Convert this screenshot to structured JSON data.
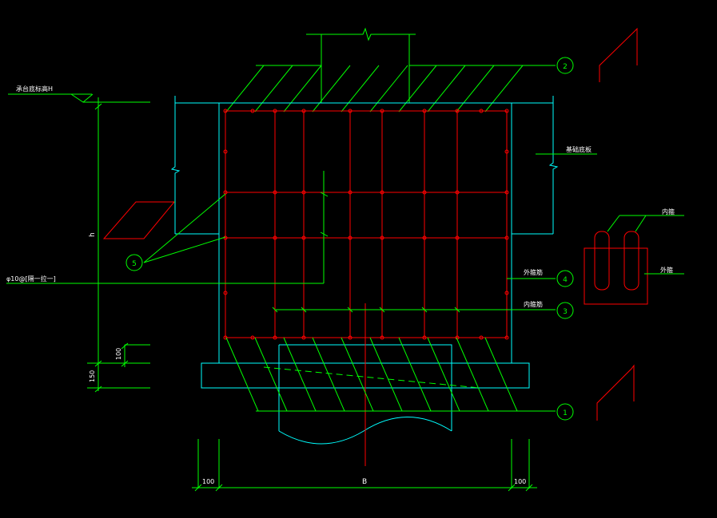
{
  "colors": {
    "background": "#000000",
    "green": "#00ff00",
    "red": "#ff0000",
    "cyan": "#00ffff",
    "white": "#ffffff"
  },
  "labels": {
    "elevation": "承台底标高H",
    "base_plate": "基础底板",
    "inner_limb": "内箍",
    "outer_limb": "外箍",
    "outer_stirrup": "外箍筋",
    "inner_stirrup": "内箍筋",
    "tie_bar": "φ10@[隔一拉一]"
  },
  "callouts": [
    "1",
    "2",
    "3",
    "4",
    "5"
  ],
  "dimensions": {
    "height": "h",
    "d100_vertical": "100",
    "d150_vertical": "150",
    "d100_left": "100",
    "width": "B",
    "d100_right": "100"
  }
}
